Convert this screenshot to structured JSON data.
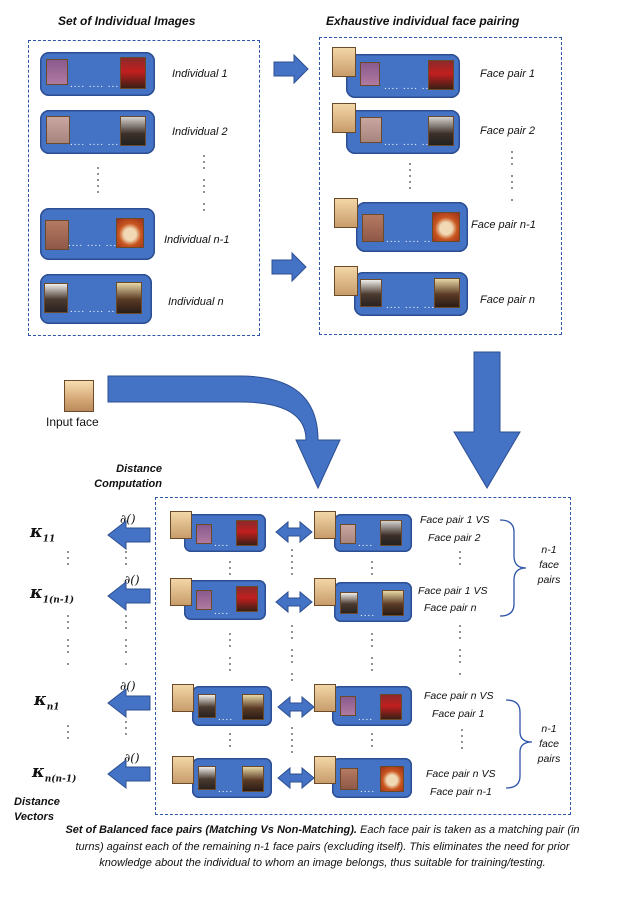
{
  "top_left": {
    "title": "Set of Individual Images",
    "rows": [
      {
        "label": "Individual  1",
        "dots": ".... .... ...."
      },
      {
        "label": "Individual  2",
        "dots": ".... .... ...."
      },
      {
        "label": "Individual  n-1",
        "dots": ".... .... ...."
      },
      {
        "label": "Individual  n",
        "dots": ".... .... ...."
      }
    ]
  },
  "top_right": {
    "title": "Exhaustive individual  face pairing",
    "rows": [
      {
        "label": "Face pair  1",
        "dots": ".... .... ...."
      },
      {
        "label": "Face pair  2",
        "dots": ".... .... ...."
      },
      {
        "label": "Face pair  n-1",
        "dots": ".... .... ...."
      },
      {
        "label": "Face pair  n",
        "dots": ".... .... ...."
      }
    ]
  },
  "input_face_label": "Input face",
  "distance_computation_label": "Distance Computation",
  "distance_vectors_label": "Distance Vectors",
  "partial_symbol": "∂()",
  "kappa_symbol": "κ",
  "kappa_subscripts": [
    "11",
    "1(n-1)",
    "n1",
    "n(n-1)"
  ],
  "bottom": {
    "comparisons": [
      {
        "line1": "Face pair 1 VS",
        "line2": "Face pair 2"
      },
      {
        "line1": "Face pair 1 VS",
        "line2": "Face pair n"
      },
      {
        "line1": "Face pair n VS",
        "line2": "Face pair 1"
      },
      {
        "line1": "Face pair n VS",
        "line2": "Face pair n-1"
      }
    ],
    "bracket_label_1": "n-1 face pairs",
    "bracket_label_2": "n-1 face pairs",
    "bracket_words_1": [
      "n-1",
      "face",
      "pairs"
    ],
    "bracket_words_2": [
      "n-1",
      "face",
      "pairs"
    ],
    "card_dots": "...."
  },
  "caption": {
    "bold": "Set of Balanced face pairs (Matching  Vs Non-Matching).",
    "rest": " Each face pair is taken as a matching pair (in turns) against each of the remaining n-1 face pairs (excluding itself). This eliminates the need for prior knowledge about the individual to whom an image belongs, thus suitable for training/testing."
  },
  "colors": {
    "arrow": "#4472c4",
    "card": "#4472c4",
    "border": "#2f55a8"
  }
}
